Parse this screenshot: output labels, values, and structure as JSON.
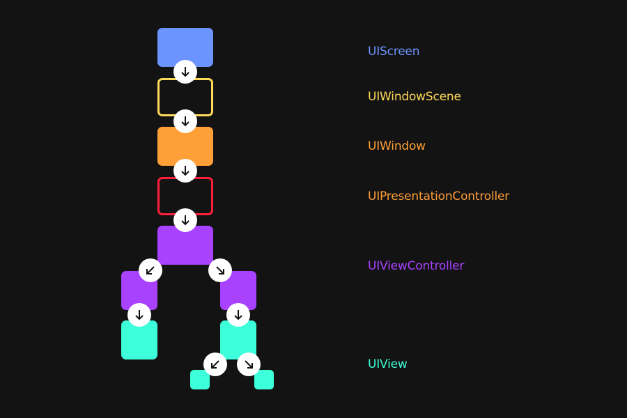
{
  "colors": {
    "background": "#131313",
    "screen": "#6b94ff",
    "windowScene": "#ffd95a",
    "window": "#ff9f38",
    "presentationController": "#ff1f3d",
    "viewController": "#a942ff",
    "view": "#3dffd9",
    "arrowBg": "#ffffff",
    "arrowFg": "#111111"
  },
  "labels": {
    "screen": "UIScreen",
    "windowScene": "UIWindowScene",
    "window": "UIWindow",
    "presentationController": "UIPresentationController",
    "viewController": "UIViewController",
    "view": "UIView"
  },
  "labelColors": {
    "screen": "#6b94ff",
    "windowScene": "#ffd95a",
    "window": "#ff9f38",
    "presentationController": "#ff9f38",
    "viewController": "#a942ff",
    "view": "#3dffd9"
  },
  "arrows": {
    "down": "down-arrow-icon",
    "downLeft": "down-left-arrow-icon",
    "downRight": "down-right-arrow-icon"
  }
}
